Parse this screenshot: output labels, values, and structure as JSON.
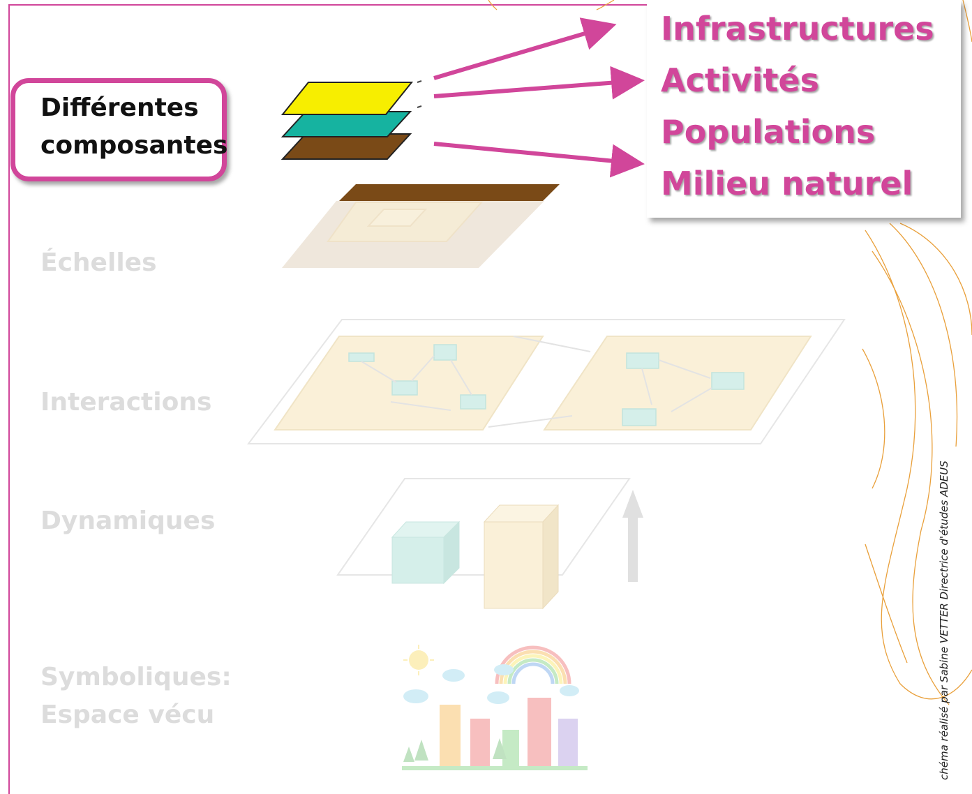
{
  "sidebar": {
    "items": [
      {
        "label": "Différentes\ncomposantes",
        "active": true
      },
      {
        "label": "Échelles",
        "active": false
      },
      {
        "label": "Interactions",
        "active": false
      },
      {
        "label": "Dynamiques",
        "active": false
      },
      {
        "label": "Symboliques:\nEspace vécu",
        "active": false
      }
    ]
  },
  "callout": {
    "items": [
      "Infrastructures",
      "Activités",
      "Populations",
      "Milieu naturel"
    ]
  },
  "credit": "chéma réalisé par Sabine VETTER Directrice d'études ADEUS",
  "colors": {
    "accent": "#d1469a",
    "layer_infrastructures": "#f7ee00",
    "layer_activites": "#16b3a0",
    "layer_populations": "#7a4a17",
    "faded_beige": "#f3e7c9",
    "faded_teal": "#d5efea",
    "faded_gray": "#dcdcdc"
  }
}
